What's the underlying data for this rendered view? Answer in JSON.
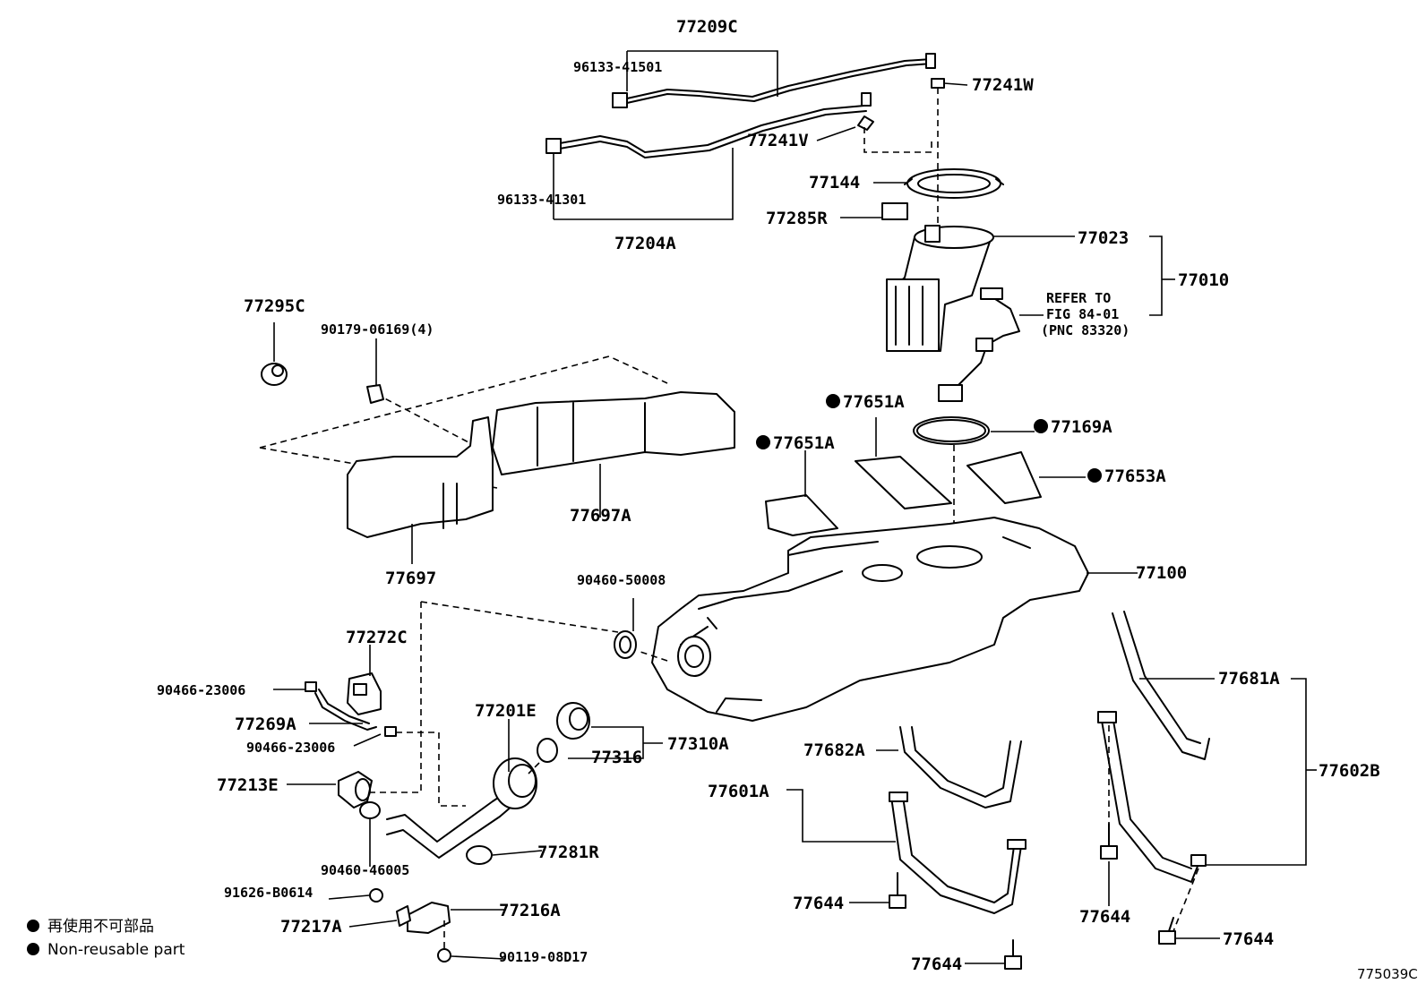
{
  "labels": {
    "l77209C": "77209C",
    "l96133_41501": "96133-41501",
    "l96133_41301": "96133-41301",
    "l77204A": "77204A",
    "l77241W": "77241W",
    "l77241V": "77241V",
    "l77144": "77144",
    "l77285R": "77285R",
    "l77023": "77023",
    "l77010": "77010",
    "refer1": "REFER TO",
    "refer2": "FIG 84-01",
    "refer3": "(PNC 83320)",
    "l77295C": "77295C",
    "l90179": "90179-06169(4)",
    "l77651A_1": "77651A",
    "l77651A_2": "77651A",
    "l77169A": "77169A",
    "l77653A": "77653A",
    "l77697A": "77697A",
    "l77697": "77697",
    "l90460_50008": "90460-50008",
    "l77100": "77100",
    "l77272C": "77272C",
    "l90466_23006_a": "90466-23006",
    "l77269A": "77269A",
    "l90466_23006_b": "90466-23006",
    "l77201E": "77201E",
    "l77310A": "77310A",
    "l77316": "77316",
    "l77213E": "77213E",
    "l77682A": "77682A",
    "l77681A": "77681A",
    "l77601A": "77601A",
    "l77602B": "77602B",
    "l77281R": "77281R",
    "l90460_46005": "90460-46005",
    "l91626": "91626-B0614",
    "l77216A": "77216A",
    "l77217A": "77217A",
    "l90119": "90119-08D17",
    "l77644_a": "77644",
    "l77644_b": "77644",
    "l77644_c": "77644",
    "l77644_d": "77644"
  },
  "legend": {
    "jp": "再使用不可部品",
    "en": "Non-reusable part"
  },
  "figure_id": "775039C"
}
